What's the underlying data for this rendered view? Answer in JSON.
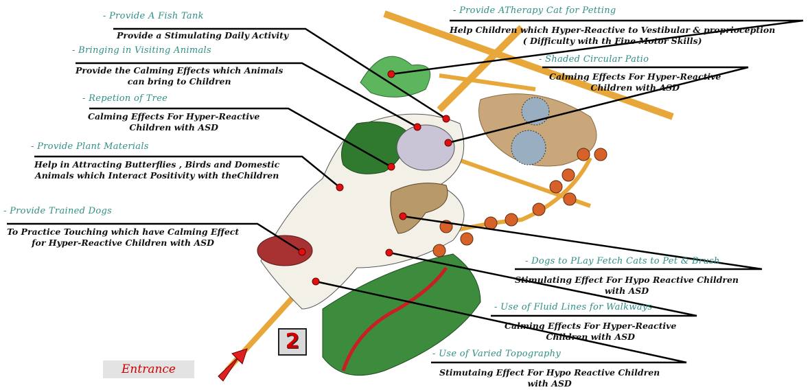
{
  "annotations": [
    {
      "id": "fish-tank",
      "title": "- Provide A Fish Tank",
      "desc": "Provide a Stimulating Daily Activity"
    },
    {
      "id": "visiting-animals",
      "title": "- Bringing in Visiting Animals",
      "desc": "Provide the Calming Effects  which Animals\ncan bring to Children"
    },
    {
      "id": "repetition-tree",
      "title": "- Repetion of Tree",
      "desc": "Calming Effects For Hyper-Reactive\nChildren with ASD"
    },
    {
      "id": "plant-materials",
      "title": "- Provide Plant Materials",
      "desc": "Help in Attracting Butterflies , Birds and Domestic\nAnimals which Interact Positivity with theChildren"
    },
    {
      "id": "trained-dogs",
      "title": "- Provide Trained Dogs",
      "desc": "To Practice Touching which have Calming Effect\nfor Hyper-Reactive Children with ASD"
    },
    {
      "id": "therapy-cat",
      "title": "- Provide ATherapy Cat for Petting",
      "desc": "Help Children which Hyper-Reactive to Vestibular & proprioception\n( Difficulty with th Fine Motor Skills)"
    },
    {
      "id": "circular-patio",
      "title": "- Shaded Circular Patio",
      "desc": "Calming Effects For Hyper-Reactive\nChildren with ASD"
    },
    {
      "id": "dogs-fetch",
      "title": "- Dogs to PLay Fetch Cats to Pet & Brush",
      "desc": "Stimulating Effect For  Hypo Reactive Children\nwith ASD"
    },
    {
      "id": "fluid-lines",
      "title": "- Use of Fluid Lines for Walkways",
      "desc": "Calming Effects For Hyper-Reactive\nChildren with ASD"
    },
    {
      "id": "varied-topography",
      "title": "- Use of Varied Topography",
      "desc": "Stimutaing Effect For  Hypo Reactive Children\nwith ASD"
    }
  ],
  "entrance_label": "Entrance",
  "plan_number": "2",
  "colors": {
    "title": "#2f8f86",
    "marker": "#e01010",
    "path": "#e8a73a",
    "tree": "#2f7a2f",
    "water": "#4fa84f",
    "entrance": "#d10000"
  }
}
